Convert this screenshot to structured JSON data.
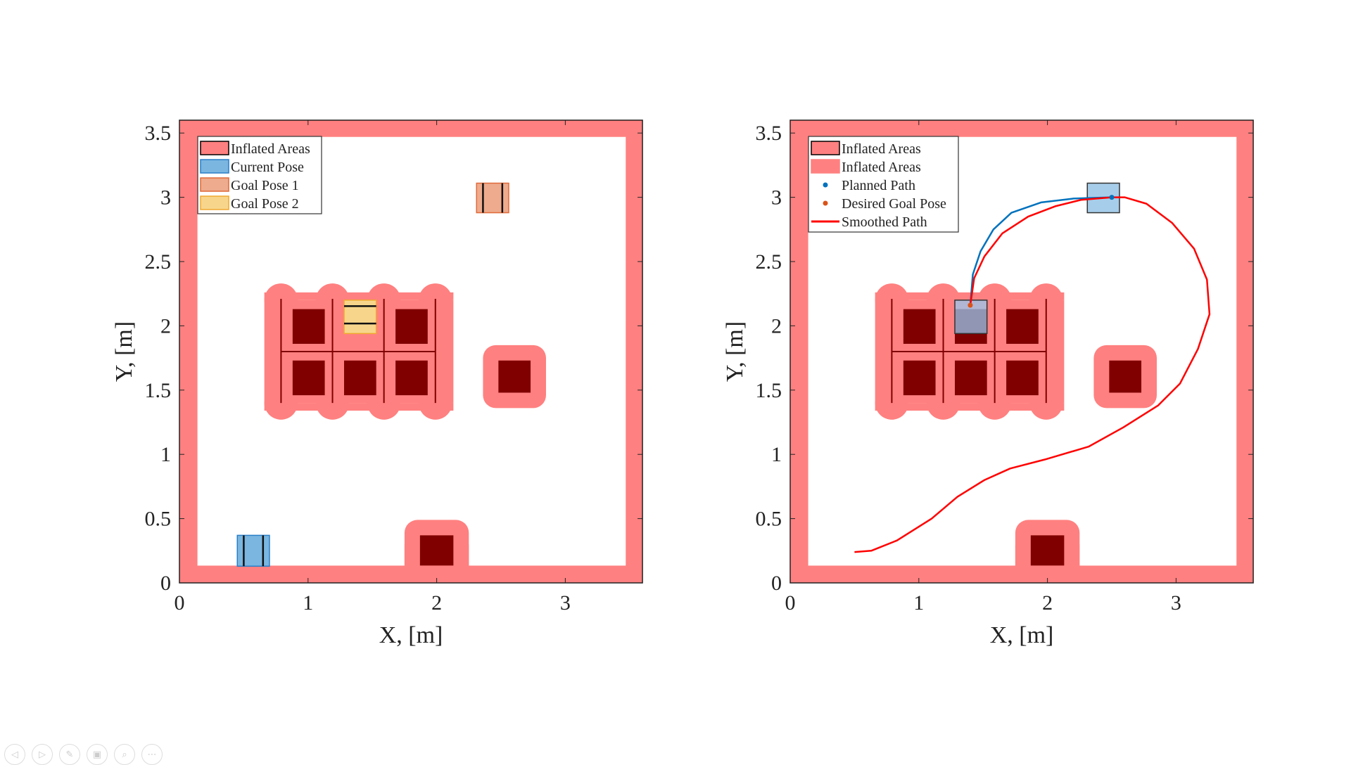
{
  "colors": {
    "inflated": "#ff8080",
    "obstacle": "#800000",
    "current": "#7ab6e0",
    "current_edge": "#2a7fc9",
    "goal1": "#eeab8d",
    "goal1_edge": "#e06a3a",
    "goal2": "#f7d68c",
    "goal2_edge": "#f0a830",
    "path_blue": "#0072bd",
    "path_red": "#ff0000",
    "goal_dot": "#d95319"
  },
  "toolbar": {
    "icons": [
      "prev-icon",
      "next-icon",
      "pen-icon",
      "slides-icon",
      "zoom-icon",
      "more-icon"
    ],
    "glyphs": [
      "◁",
      "▷",
      "✎",
      "▣",
      "⌕",
      "⋯"
    ]
  },
  "chart_data": [
    {
      "type": "map",
      "xlabel": "X, [m]",
      "ylabel": "Y, [m]",
      "xlim": [
        0,
        3.6
      ],
      "ylim": [
        0,
        3.6
      ],
      "xticks": [
        0,
        1,
        2,
        3
      ],
      "xtick_labels": [
        "0",
        "1",
        "2",
        "3"
      ],
      "yticks": [
        0,
        0.5,
        1,
        1.5,
        2,
        2.5,
        3,
        3.5
      ],
      "ytick_labels": [
        "0",
        "0.5",
        "1",
        "1.5",
        "2",
        "2.5",
        "3",
        "3.5"
      ],
      "legend": {
        "position": "top-left",
        "entries": [
          {
            "label": "Inflated Areas",
            "kind": "patch",
            "color": "#ff8080",
            "edge": "#000"
          },
          {
            "label": "Current Pose",
            "kind": "patch",
            "color": "#7ab6e0",
            "edge": "#2a7fc9"
          },
          {
            "label": "Goal Pose 1",
            "kind": "patch",
            "color": "#eeab8d",
            "edge": "#e06a3a"
          },
          {
            "label": "Goal Pose 2",
            "kind": "patch",
            "color": "#f7d68c",
            "edge": "#f0a830"
          }
        ]
      },
      "poses": [
        {
          "name": "Current Pose",
          "x": [
            0.45,
            0.7
          ],
          "y": [
            0.13,
            0.37
          ],
          "fill": "#7ab6e0",
          "edge": "#2a7fc9",
          "axles": "v"
        },
        {
          "name": "Goal Pose 1",
          "x": [
            2.31,
            2.56
          ],
          "y": [
            2.88,
            3.11
          ],
          "fill": "#eeab8d",
          "edge": "#e06a3a",
          "axles": "v"
        },
        {
          "name": "Goal Pose 2",
          "x": [
            1.28,
            1.53
          ],
          "y": [
            1.94,
            2.2
          ],
          "fill": "#f7d68c",
          "edge": "#f0a830",
          "axles": "h"
        }
      ],
      "top_middle_obstacle": false,
      "paths": []
    },
    {
      "type": "map",
      "xlabel": "X, [m]",
      "ylabel": "Y, [m]",
      "xlim": [
        0,
        3.6
      ],
      "ylim": [
        0,
        3.6
      ],
      "xticks": [
        0,
        1,
        2,
        3
      ],
      "xtick_labels": [
        "0",
        "1",
        "2",
        "3"
      ],
      "yticks": [
        0,
        0.5,
        1,
        1.5,
        2,
        2.5,
        3,
        3.5
      ],
      "ytick_labels": [
        "0",
        "0.5",
        "1",
        "1.5",
        "2",
        "2.5",
        "3",
        "3.5"
      ],
      "legend": {
        "position": "top-left",
        "entries": [
          {
            "label": "Inflated Areas",
            "kind": "patch",
            "color": "#ff8080",
            "edge": "#000"
          },
          {
            "label": "Inflated Areas",
            "kind": "patch",
            "color": "#ff8080",
            "edge": "#ff8080"
          },
          {
            "label": "Planned Path",
            "kind": "dot",
            "color": "#0072bd"
          },
          {
            "label": "Desired Goal Pose",
            "kind": "dot",
            "color": "#d95319"
          },
          {
            "label": "Smoothed Path",
            "kind": "line",
            "color": "#ff0000"
          }
        ]
      },
      "poses": [
        {
          "name": "Current Pose",
          "x": [
            1.28,
            1.53
          ],
          "y": [
            1.94,
            2.2
          ],
          "fill": "rgba(150,200,240,0.75)",
          "edge": "#333",
          "axles": "none"
        },
        {
          "name": "Goal Pose",
          "x": [
            2.31,
            2.56
          ],
          "y": [
            2.88,
            3.11
          ],
          "fill": "#a6cdea",
          "edge": "#333",
          "axles": "none"
        }
      ],
      "top_middle_obstacle": true,
      "paths": [
        {
          "name": "Smoothed Path",
          "color": "#ff0000",
          "points": [
            [
              0.5,
              0.24
            ],
            [
              0.63,
              0.25
            ],
            [
              0.83,
              0.33
            ],
            [
              1.1,
              0.5
            ],
            [
              1.3,
              0.67
            ],
            [
              1.51,
              0.8
            ],
            [
              1.71,
              0.89
            ],
            [
              1.98,
              0.96
            ],
            [
              2.32,
              1.06
            ],
            [
              2.59,
              1.21
            ],
            [
              2.86,
              1.38
            ],
            [
              3.03,
              1.55
            ],
            [
              3.17,
              1.82
            ],
            [
              3.26,
              2.09
            ],
            [
              3.24,
              2.36
            ],
            [
              3.14,
              2.6
            ],
            [
              2.97,
              2.8
            ],
            [
              2.77,
              2.95
            ],
            [
              2.6,
              3.0
            ],
            [
              2.5,
              3.0
            ],
            [
              2.26,
              2.98
            ],
            [
              2.06,
              2.93
            ],
            [
              1.85,
              2.85
            ],
            [
              1.65,
              2.72
            ],
            [
              1.51,
              2.54
            ],
            [
              1.43,
              2.37
            ],
            [
              1.4,
              2.16
            ]
          ]
        },
        {
          "name": "Planned Path",
          "color": "#0072bd",
          "points": [
            [
              1.4,
              2.16
            ],
            [
              1.42,
              2.4
            ],
            [
              1.48,
              2.58
            ],
            [
              1.58,
              2.75
            ],
            [
              1.72,
              2.88
            ],
            [
              1.95,
              2.96
            ],
            [
              2.2,
              2.99
            ],
            [
              2.5,
              3.0
            ]
          ]
        }
      ],
      "dots": [
        {
          "name": "Desired Goal Pose",
          "x": 1.4,
          "y": 2.16,
          "color": "#d95319"
        },
        {
          "name": "Planned Path end",
          "x": 2.5,
          "y": 3.0,
          "color": "#0072bd"
        }
      ]
    }
  ],
  "map": {
    "wall": 0.14,
    "obstacles": [
      [
        0.88,
        1.86,
        1.13,
        2.13
      ],
      [
        1.68,
        1.86,
        1.93,
        2.13
      ],
      [
        0.88,
        1.46,
        1.13,
        1.73
      ],
      [
        1.28,
        1.46,
        1.53,
        1.73
      ],
      [
        1.68,
        1.46,
        1.93,
        1.73
      ],
      [
        2.48,
        1.48,
        2.73,
        1.73
      ],
      [
        1.87,
        0.135,
        2.13,
        0.37
      ]
    ],
    "top_middle": [
      1.28,
      1.86,
      1.53,
      2.13
    ],
    "inflated_blocks": [
      [
        2.36,
        1.36,
        2.85,
        1.85
      ],
      [
        1.75,
        0.0,
        2.25,
        0.49
      ]
    ],
    "grid_cols": [
      0.79,
      1.19,
      1.59,
      1.99
    ],
    "grid_y": [
      1.4,
      2.2
    ],
    "grid_mid": 1.8
  }
}
